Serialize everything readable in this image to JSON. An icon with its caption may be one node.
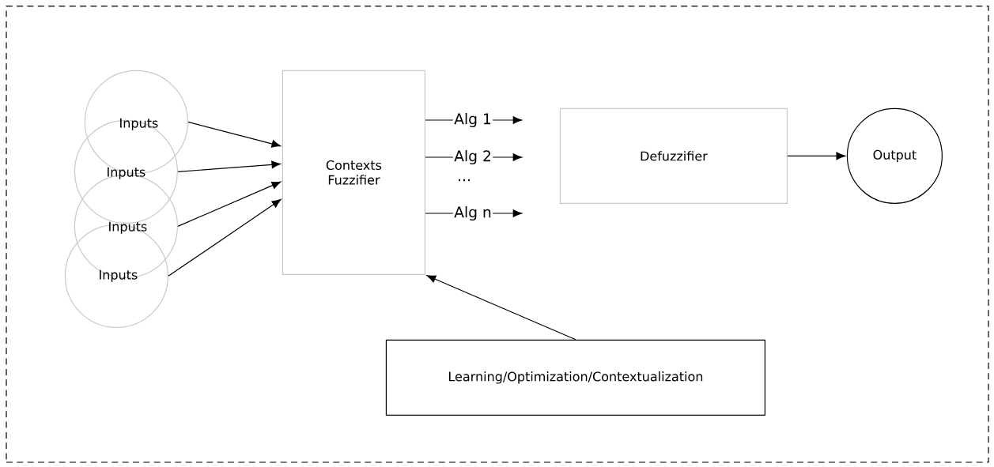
{
  "diagram": {
    "nodes": [
      {
        "text": [],
        "shape": "box"
      },
      {
        "text": [
          "Inputs"
        ],
        "in": 0
      },
      {
        "text": [
          "Inputs"
        ],
        "in": 0
      },
      {
        "text": [
          "Inputs"
        ],
        "in": 0
      },
      {
        "text": [
          "Inputs"
        ],
        "in": 0
      },
      {
        "text": [
          "Contexts Fuzzifier"
        ],
        "in": 0
      },
      {
        "text": [
          "Defuzzifier"
        ],
        "in": 0
      },
      {
        "text": [
          "Output"
        ],
        "in": 0
      },
      {
        "text": [
          "Learning/Optimization/Contextualization"
        ],
        "in": 0
      }
    ],
    "edges": [
      {
        "from": 1,
        "to": 5,
        "arrow": "to"
      },
      {
        "from": 2,
        "to": 5,
        "arrow": "to"
      },
      {
        "from": 3,
        "to": 5,
        "arrow": "to"
      },
      {
        "from": 4,
        "to": 5,
        "arrow": "to"
      },
      {
        "from": 5,
        "to": null,
        "arrow": "to",
        "label": "Alg 1"
      },
      {
        "from": 5,
        "to": null,
        "arrow": "to",
        "label": "Alg 2"
      },
      {
        "from": 5,
        "to": null,
        "arrow": "to",
        "label": "Alg n"
      },
      {
        "from": 6,
        "to": 7,
        "arrow": "to"
      },
      {
        "from": 8,
        "to": 5,
        "arrow": "to"
      }
    ],
    "labels": [
      "..."
    ]
  }
}
